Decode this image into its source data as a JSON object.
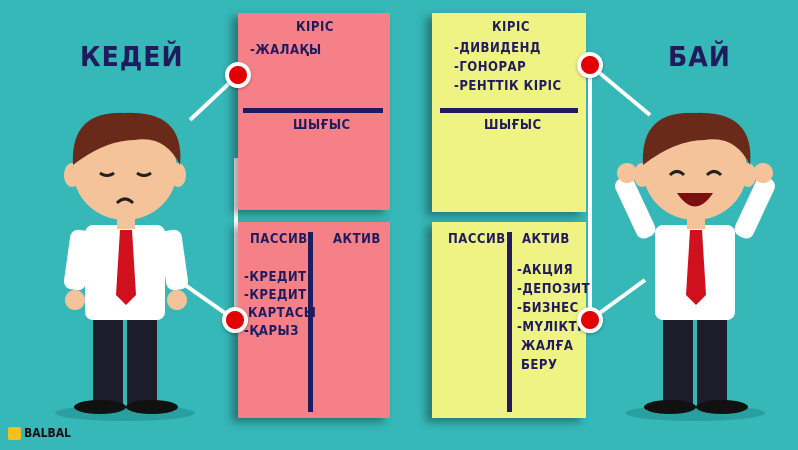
{
  "poor": {
    "title": "КЕДЕЙ",
    "income": {
      "heading": "КІРІС",
      "items": [
        "-ЖАЛАҚЫ"
      ]
    },
    "expense": {
      "heading": "ШЫҒЫС"
    },
    "balance": {
      "liabilities_heading": "ПАССИВ",
      "assets_heading": "АКТИВ",
      "liabilities": [
        "-КРЕДИТ",
        "-КРЕДИТ",
        "КАРТАСЫ",
        "-ҚАРЫЗ"
      ]
    }
  },
  "rich": {
    "title": "БАЙ",
    "income": {
      "heading": "КІРІС",
      "items": [
        "-ДИВИДЕНД",
        "-ГОНОРАР",
        "-РЕНТТІК КІРІС"
      ]
    },
    "expense": {
      "heading": "ШЫҒЫС"
    },
    "balance": {
      "liabilities_heading": "ПАССИВ",
      "assets_heading": "АКТИВ",
      "assets": [
        "-АКЦИЯ",
        "-ДЕПОЗИТ",
        "-БИЗНЕС",
        "-МҮЛІКТІ",
        "ЖАЛҒА",
        "БЕРУ"
      ]
    }
  },
  "logo": "BALBAL",
  "colors": {
    "background": "#36b7b8",
    "pink": "#f58088",
    "yellow": "#eef383",
    "ink": "#1f1b5c",
    "dot": "#e40000"
  }
}
